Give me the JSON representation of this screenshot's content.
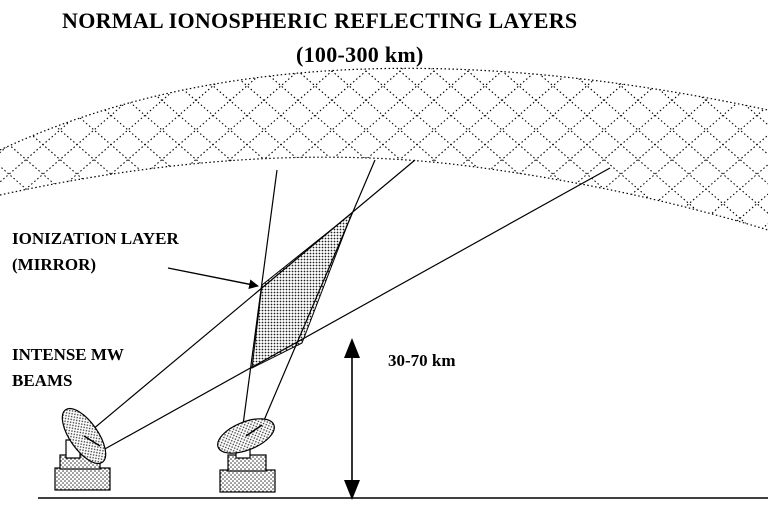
{
  "title_line1": "NORMAL IONOSPHERIC REFLECTING LAYERS",
  "title_line2": "(100-300 km)",
  "ionization_label_line1": "IONIZATION LAYER",
  "ionization_label_line2": "(MIRROR)",
  "beams_label_line1": "INTENSE MW",
  "beams_label_line2": "BEAMS",
  "altitude_label": "30-70 km"
}
